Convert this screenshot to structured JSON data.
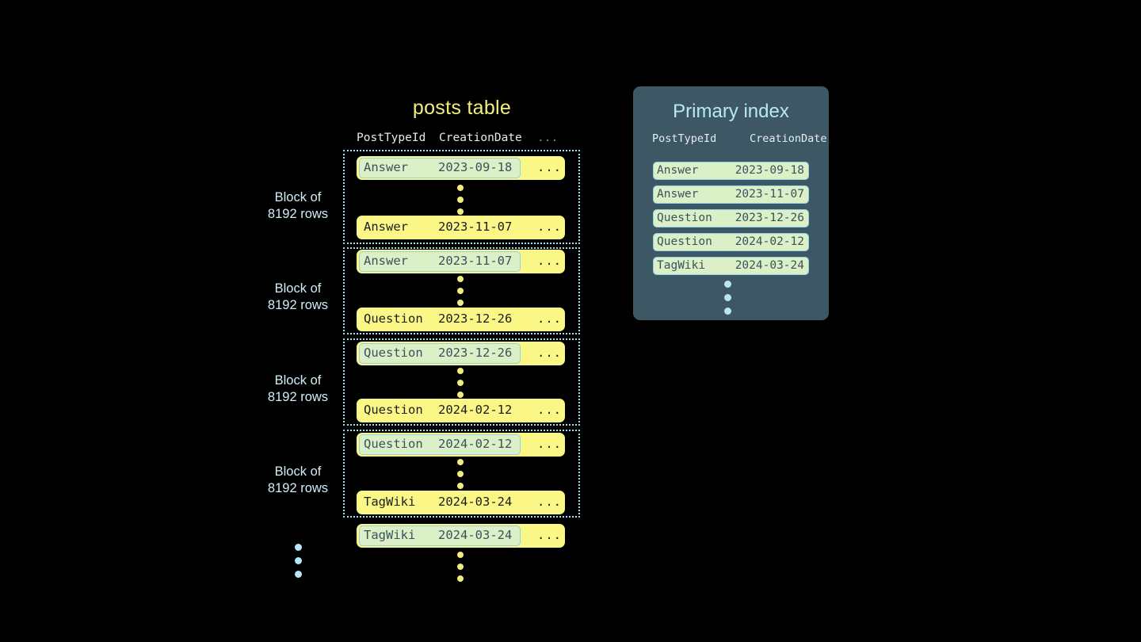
{
  "posts_table": {
    "title": "posts table",
    "columns": [
      "PostTypeId",
      "CreationDate",
      "..."
    ],
    "row_ellipsis_label": "...",
    "blocks": [
      {
        "label_line1": "Block of",
        "label_line2": "8192 rows",
        "first_row": {
          "post_type_id": "Answer",
          "creation_date": "2023-09-18",
          "more": "...",
          "highlighted": true
        },
        "last_row": {
          "post_type_id": "Answer",
          "creation_date": "2023-11-07",
          "more": "...",
          "highlighted": false
        }
      },
      {
        "label_line1": "Block of",
        "label_line2": "8192 rows",
        "first_row": {
          "post_type_id": "Answer",
          "creation_date": "2023-11-07",
          "more": "...",
          "highlighted": true
        },
        "last_row": {
          "post_type_id": "Question",
          "creation_date": "2023-12-26",
          "more": "...",
          "highlighted": false
        }
      },
      {
        "label_line1": "Block of",
        "label_line2": "8192 rows",
        "first_row": {
          "post_type_id": "Question",
          "creation_date": "2023-12-26",
          "more": "...",
          "highlighted": true
        },
        "last_row": {
          "post_type_id": "Question",
          "creation_date": "2024-02-12",
          "more": "...",
          "highlighted": false
        }
      },
      {
        "label_line1": "Block of",
        "label_line2": "8192 rows",
        "first_row": {
          "post_type_id": "Question",
          "creation_date": "2024-02-12",
          "more": "...",
          "highlighted": true
        },
        "last_row": {
          "post_type_id": "TagWiki",
          "creation_date": "2024-03-24",
          "more": "...",
          "highlighted": false
        }
      }
    ],
    "trailing_row": {
      "post_type_id": "TagWiki",
      "creation_date": "2024-03-24",
      "more": "...",
      "highlighted": true
    }
  },
  "primary_index": {
    "title": "Primary index",
    "columns": [
      "PostTypeId",
      "CreationDate"
    ],
    "rows": [
      {
        "post_type_id": "Answer",
        "creation_date": "2023-09-18"
      },
      {
        "post_type_id": "Answer",
        "creation_date": "2023-11-07"
      },
      {
        "post_type_id": "Question",
        "creation_date": "2023-12-26"
      },
      {
        "post_type_id": "Question",
        "creation_date": "2024-02-12"
      },
      {
        "post_type_id": "TagWiki",
        "creation_date": "2024-03-24"
      }
    ]
  },
  "colors": {
    "background": "#000000",
    "row_yellow": "#fbf787",
    "highlight_green": "#dcf0c8",
    "highlight_border": "#8fd2e6",
    "panel_slate": "#3e5765",
    "title_yellow": "#f2f07a",
    "title_blue": "#b8e9fa",
    "dots_yellow": "#f0ec7d",
    "dots_blue": "#b6e6f7",
    "block_border": "#9fe3ef"
  }
}
